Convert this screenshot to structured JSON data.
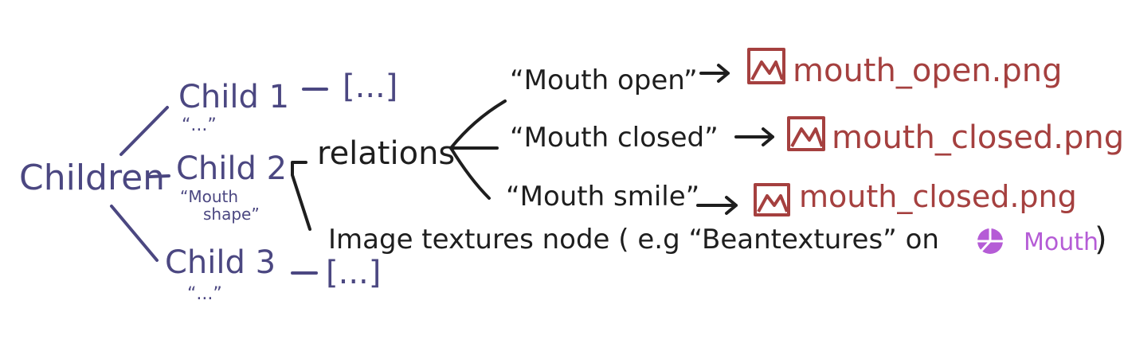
{
  "root": {
    "label": "Children"
  },
  "children": [
    {
      "label": "Child 1",
      "sublabel": "“...”",
      "target": "[...]"
    },
    {
      "label": "Child 2",
      "sublabel_line1": "“Mouth",
      "sublabel_line2": "shape”"
    },
    {
      "label": "Child 3",
      "sublabel": "“...”",
      "target": "[...]"
    }
  ],
  "relations": {
    "label": "relations",
    "items": [
      {
        "label": "“Mouth open”",
        "file": "mouth_open.png"
      },
      {
        "label": "“Mouth closed”",
        "file": "mouth_closed.png"
      },
      {
        "label": "“Mouth smile”",
        "file": "mouth_closed.png"
      }
    ]
  },
  "textures_node": {
    "text_before": "Image textures node ( e.g “Beantextures” on",
    "node_name": "Mouth",
    "text_after": ")"
  },
  "colors": {
    "tree": "#4b4781",
    "annotation": "#1e1e1e",
    "file": "#a5403f",
    "node": "#b55cd6"
  },
  "icons": {
    "file": "image-file-icon",
    "node": "node-circle-icon"
  }
}
